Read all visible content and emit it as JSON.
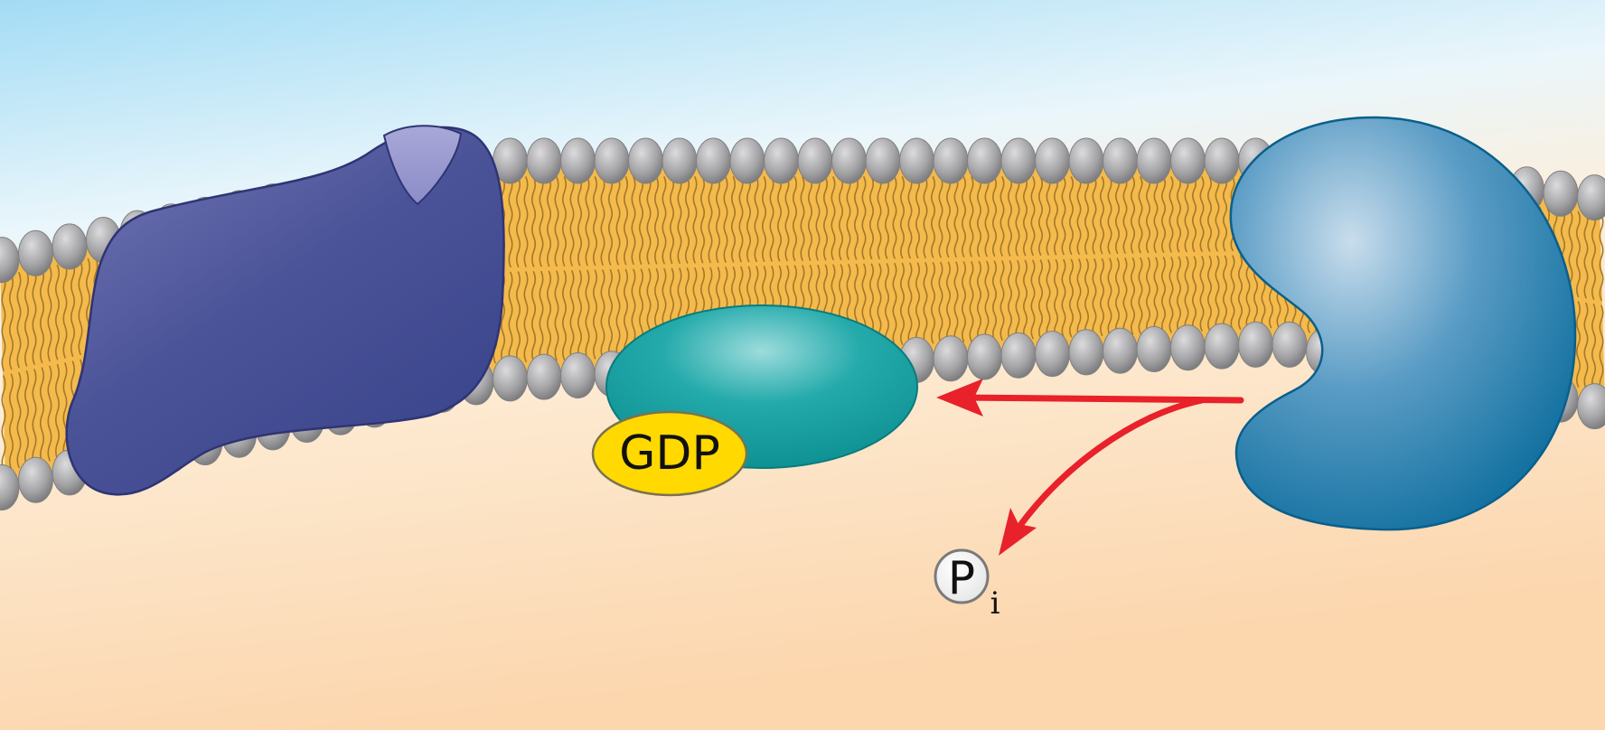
{
  "labels": {
    "gdp": "GDP",
    "phosphate": "P",
    "phosphate_subscript": "i"
  },
  "colors": {
    "extracellular": "#a6def6",
    "cytoplasm": "#fde4c5",
    "lipid_head": "#a7a7a9",
    "lipid_tail": "#f3b94a",
    "receptor": "#4a5296",
    "g_alpha": "#17a2a3",
    "gdp": "#ffd800",
    "effector": "#2a7fb0",
    "arrow": "#e8212a"
  },
  "icons": {
    "receptor": "receptor-protein-shape",
    "g_alpha": "g-protein-alpha-shape",
    "effector": "effector-enzyme-shape",
    "arrow": "hydrolysis-arrow"
  }
}
